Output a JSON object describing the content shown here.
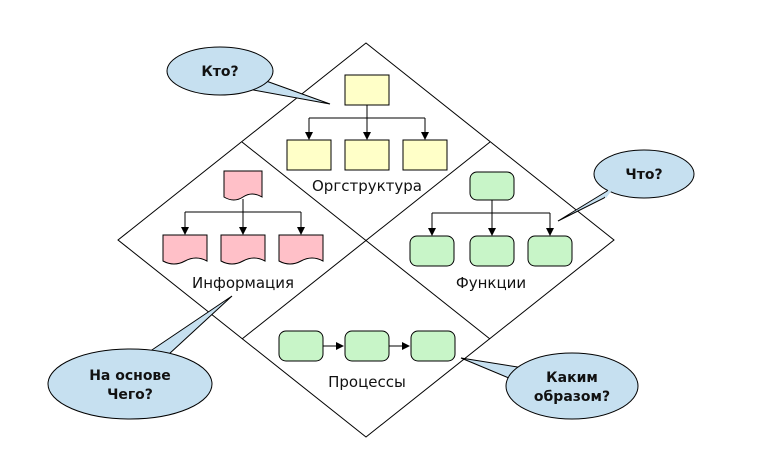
{
  "quadrants": {
    "org": {
      "label": "Оргструктура"
    },
    "info": {
      "label": "Информация"
    },
    "functions": {
      "label": "Функции"
    },
    "processes": {
      "label": "Процессы"
    }
  },
  "bubbles": {
    "who": {
      "line1": "Кто?"
    },
    "what": {
      "line1": "Что?"
    },
    "basis": {
      "line1": "На основе",
      "line2": "Чего?"
    },
    "how": {
      "line1": "Каким",
      "line2": "образом?"
    }
  },
  "colors": {
    "org_box_fill": "#ffffc8",
    "info_doc_fill": "#ffc0c8",
    "func_box_fill": "#c8f5c8",
    "bubble_fill": "#c6e0f0",
    "outline": "#000000"
  }
}
